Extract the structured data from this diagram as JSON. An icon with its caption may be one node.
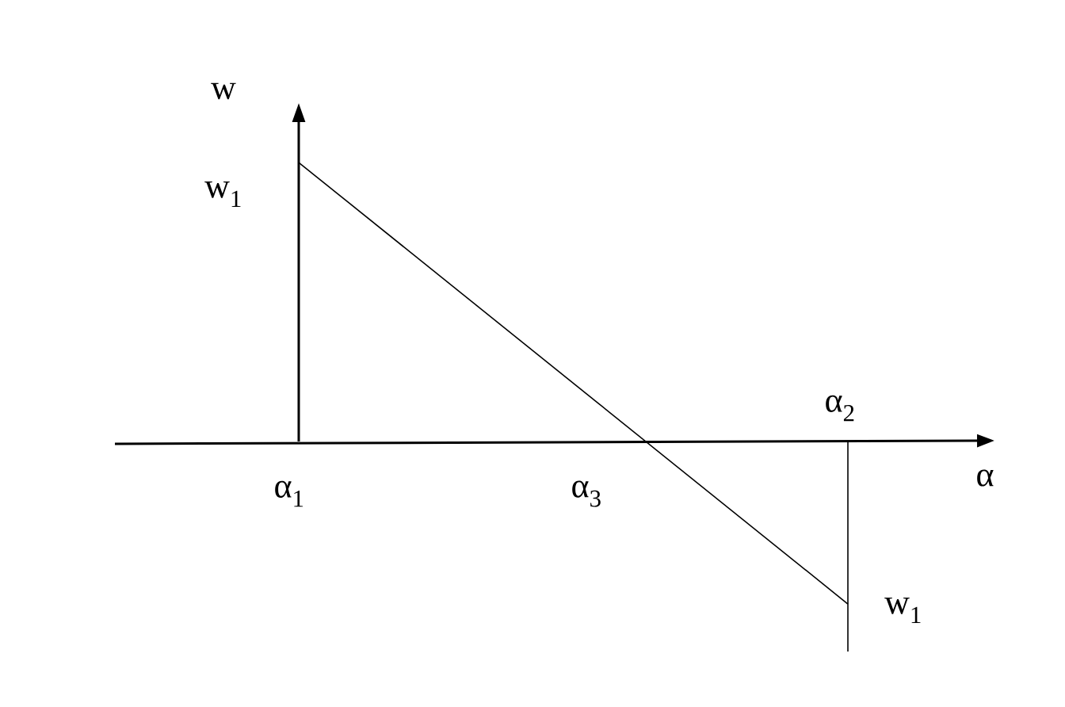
{
  "diagram": {
    "labels": [
      "w",
      "w$_{1}$",
      "α$_{2}$",
      "α",
      "α$_{1}$",
      "α$_{3}$",
      "w$_{1}$"
    ]
  }
}
